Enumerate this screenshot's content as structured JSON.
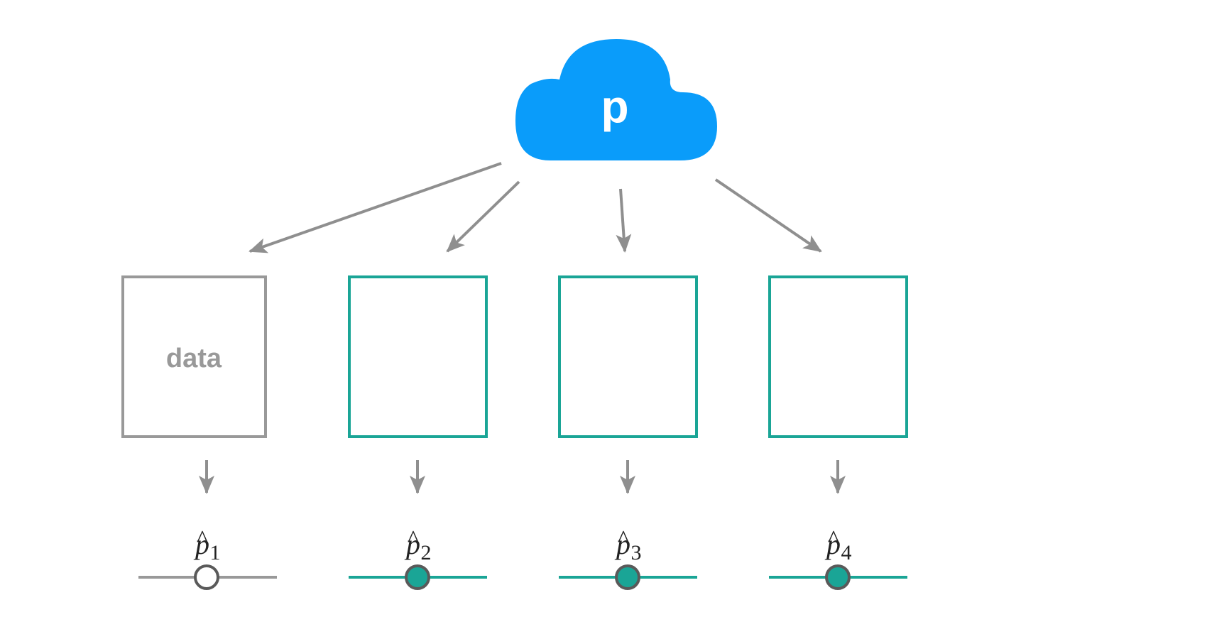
{
  "cloud": {
    "label": "p",
    "color": "#0a9cfa"
  },
  "colors": {
    "observed": "#999999",
    "simulated": "#1aa596",
    "arrow": "#8f8f8f",
    "marker_outline": "#5a5a5a"
  },
  "boxes": [
    {
      "label": "data",
      "kind": "observed"
    },
    {
      "label": "",
      "kind": "simulated"
    },
    {
      "label": "",
      "kind": "simulated"
    },
    {
      "label": "",
      "kind": "simulated"
    }
  ],
  "estimates": [
    {
      "symbol": "p",
      "accent": "^",
      "subscript": "1",
      "marker": "hollow"
    },
    {
      "symbol": "p",
      "accent": "^",
      "subscript": "2",
      "marker": "filled"
    },
    {
      "symbol": "p",
      "accent": "^",
      "subscript": "3",
      "marker": "filled"
    },
    {
      "symbol": "p",
      "accent": "^",
      "subscript": "4",
      "marker": "filled"
    }
  ]
}
